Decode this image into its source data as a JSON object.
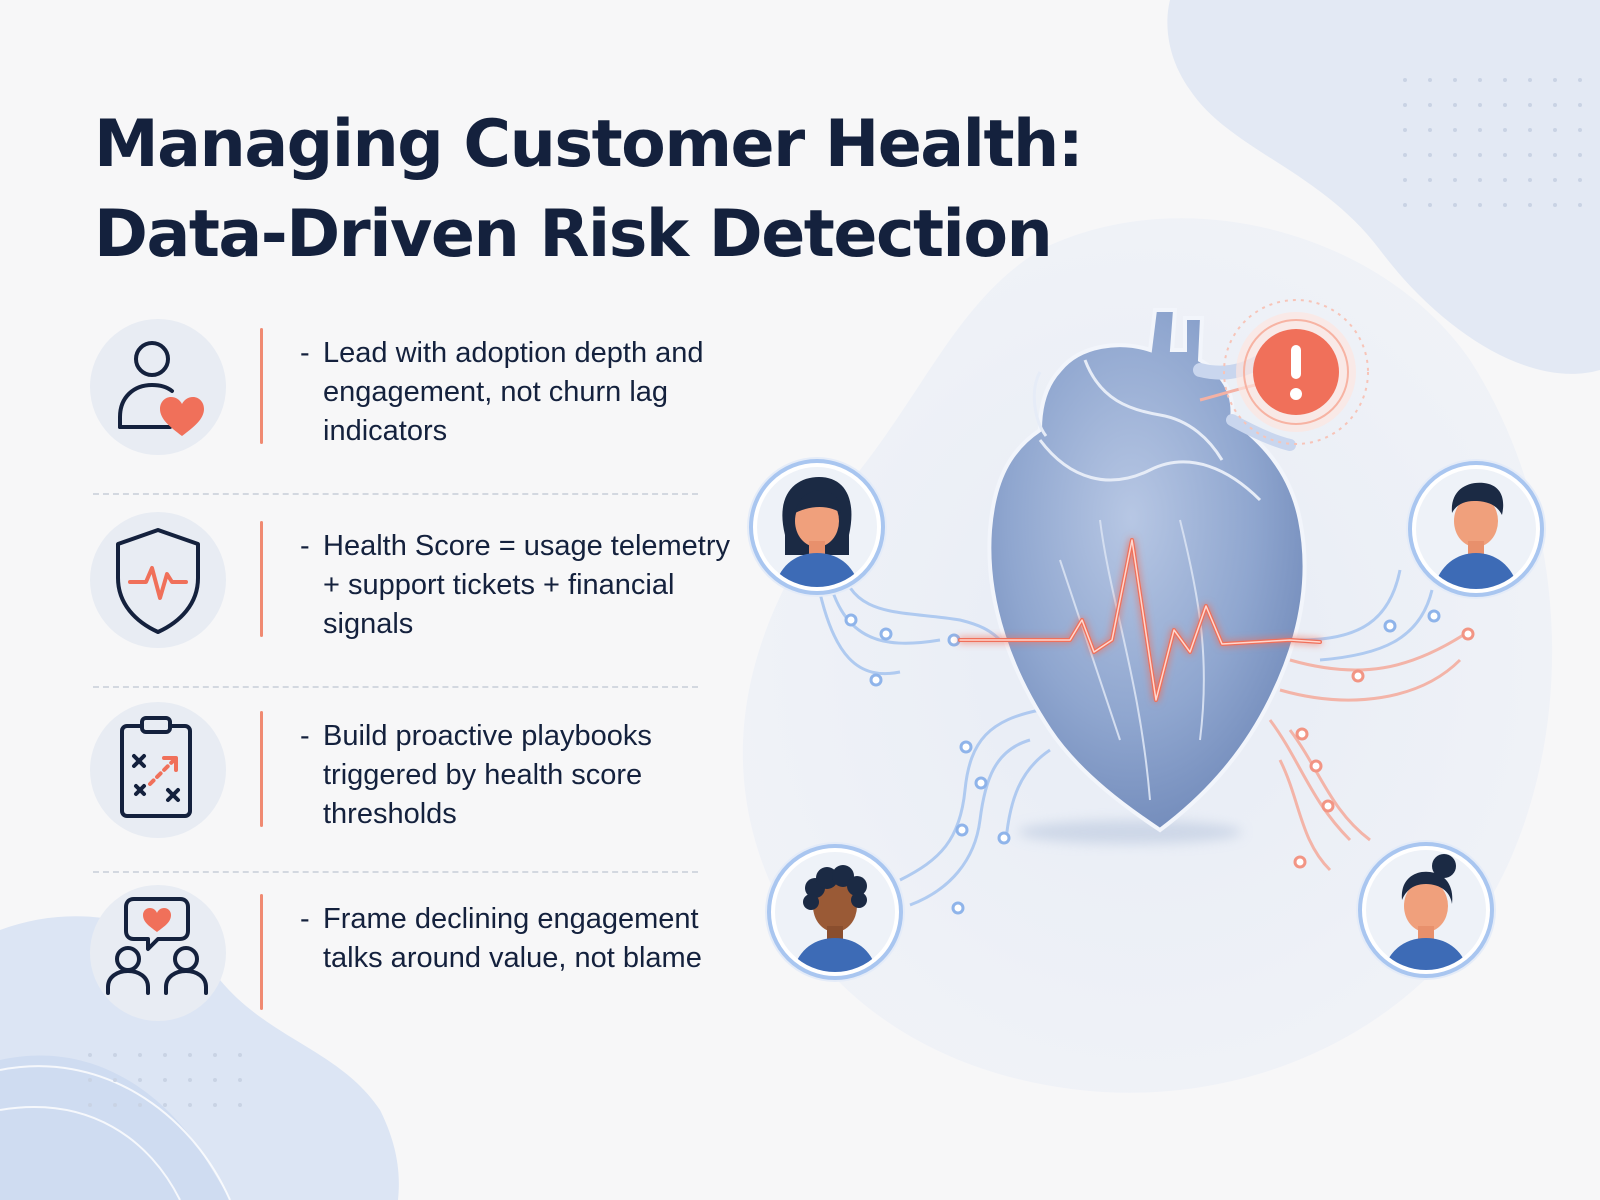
{
  "title": {
    "line1": "Managing Customer Health:",
    "line2": "Data-Driven Risk Detection"
  },
  "points": [
    {
      "icon": "user-heart-icon",
      "text": "Lead with adoption depth and engagement, not churn lag indicators"
    },
    {
      "icon": "shield-pulse-icon",
      "text": "Health Score = usage telemetry + support tickets + financial signals"
    },
    {
      "icon": "clipboard-playbook-icon",
      "text": "Build proactive playbooks triggered by health score thresholds"
    },
    {
      "icon": "conversation-heart-icon",
      "text": "Frame declining engagement talks around value, not blame"
    }
  ],
  "illustration": {
    "heart": "heart-icon",
    "alert": "exclamation-alert-icon",
    "avatars": [
      "woman-avatar-icon",
      "man-avatar-icon",
      "curly-hair-avatar-icon",
      "bun-hair-avatar-icon"
    ]
  },
  "colors": {
    "navy": "#14213d",
    "coral": "#f0705a",
    "accent_bar": "#f08a72",
    "heart_blue": "#8aa3cc",
    "link_blue": "#a9c6f0",
    "background": "#f7f7f8"
  }
}
